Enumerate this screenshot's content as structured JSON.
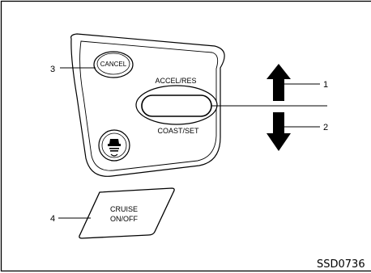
{
  "diagram": {
    "callouts": {
      "c1": "1",
      "c2": "2",
      "c3": "3",
      "c4": "4"
    },
    "buttons": {
      "cancel": "CANCEL",
      "accel_res": "ACCEL/RES",
      "coast_set": "COAST/SET",
      "cruise_line1": "CRUISE",
      "cruise_line2": "ON/OFF"
    },
    "figure_code": "SSD0736"
  },
  "icons": {
    "up_arrow": "up-arrow-icon",
    "down_arrow": "down-arrow-icon",
    "distance": "vehicle-distance-icon"
  }
}
